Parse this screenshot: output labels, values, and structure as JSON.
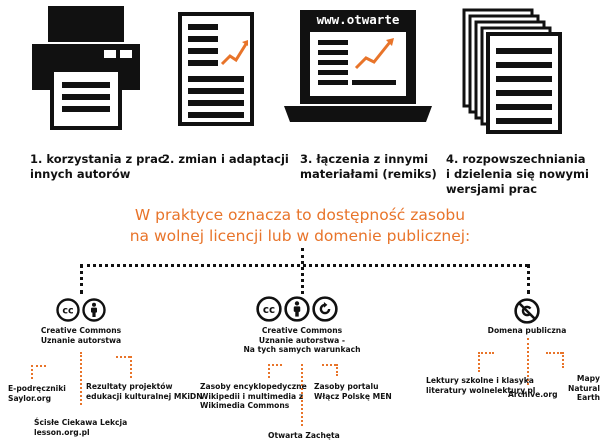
{
  "steps": [
    {
      "label": "1. korzystania z prac\ninnych autorów",
      "icon": "printer-icon"
    },
    {
      "label": "2. zmian i adaptacji",
      "icon": "document-chart-icon"
    },
    {
      "label": "3. łączenia z innymi\nmateriałami (remiks)",
      "icon": "laptop-icon"
    },
    {
      "label": "4. rozpowszechniania\ni dzielenia się nowymi\nwersjami prac",
      "icon": "document-stack-icon"
    }
  ],
  "laptop_url": "www.otwarte",
  "headline": "W praktyce oznacza to dostępność zasobu\nna wolnej licencji lub w domenie publicznej:",
  "licenses": {
    "by": {
      "label": "Creative Commons\nUznanie autorstwa",
      "badges": [
        "cc",
        "by"
      ],
      "examples": [
        "E-podręczniki\nSaylor.org",
        "Rezultaty projektów\nedukacji kulturalnej MKiDN",
        "Ścisłe Ciekawa Lekcja\nlesson.org.pl"
      ]
    },
    "by_sa": {
      "label": "Creative Commons\nUznanie autorstwa -\nNa tych samych warunkach",
      "badges": [
        "cc",
        "by",
        "sa"
      ],
      "examples": [
        "Zasoby encyklopedyczne\nWikipedii i multimedia z\nWikimedia Commons",
        "Zasoby portalu\nWłącz Polskę MEN",
        "Otwarta Zachęta"
      ]
    },
    "pd": {
      "label": "Domena publiczna",
      "badges": [
        "public-domain"
      ],
      "examples": [
        "Lektury szkolne i klasyka\nliteratury wolnelektury.pl",
        "Mapy\nNatural Earth",
        "Archive.org"
      ]
    }
  },
  "colors": {
    "accent": "#e8742a",
    "ink": "#111111"
  }
}
